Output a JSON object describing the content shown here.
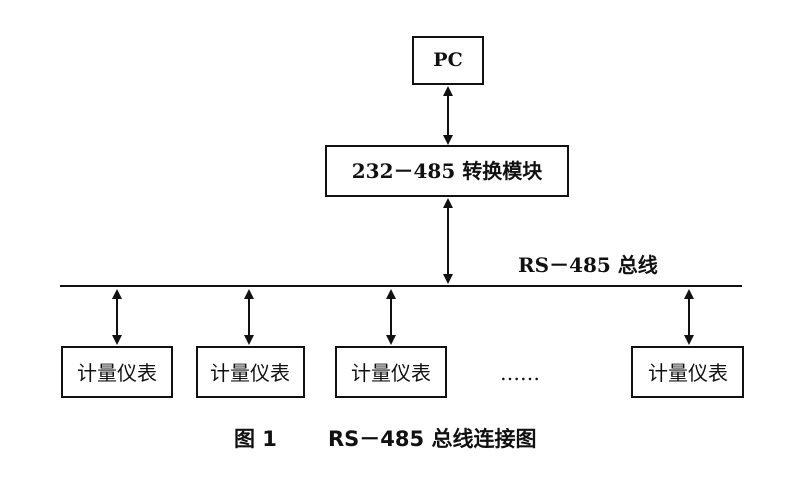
{
  "nodes": {
    "pc": "PC",
    "converter": "232－485 转换模块",
    "bus_label": "RS－485 总线",
    "meters": [
      "计量仪表",
      "计量仪表",
      "计量仪表",
      "计量仪表"
    ],
    "ellipsis": "……"
  },
  "caption": {
    "figure_no": "图 1",
    "title": "RS－485 总线连接图"
  }
}
